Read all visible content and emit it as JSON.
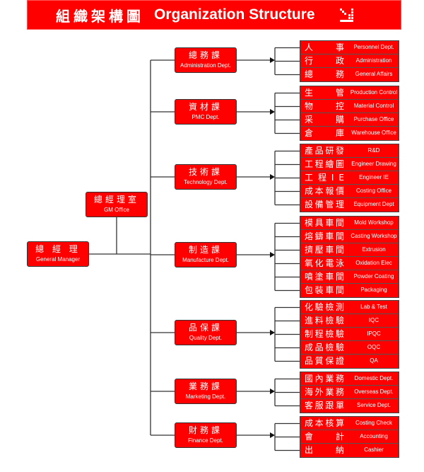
{
  "header": {
    "title_zh": "組織架構圖",
    "title_en": "Organization Structure"
  },
  "general_manager": {
    "zh": "總 經 理",
    "en": "General Manager"
  },
  "gm_office": {
    "zh": "總經理室",
    "en": "GM Office"
  },
  "departments": [
    {
      "zh": "總務課",
      "en": "Administration Dept.",
      "units": [
        [
          "人事",
          "Personnel Dept."
        ],
        [
          "行政",
          "Administration"
        ],
        [
          "總務",
          "General Affairs"
        ]
      ]
    },
    {
      "zh": "資材課",
      "en": "PMC Dept.",
      "units": [
        [
          "生管",
          "Production Control"
        ],
        [
          "物控",
          "Material Control"
        ],
        [
          "采購",
          "Purchase Office"
        ],
        [
          "倉庫",
          "Warehouse Office"
        ]
      ]
    },
    {
      "zh": "技術課",
      "en": "Technology Dept.",
      "units": [
        [
          "產品研發",
          "R&D"
        ],
        [
          "工程繪圖",
          "Engineer Drawing"
        ],
        [
          "工程IE",
          "Engineer  IE"
        ],
        [
          "成本報價",
          "Costing Office"
        ],
        [
          "設備管理",
          "Equipment Dept"
        ]
      ]
    },
    {
      "zh": "制造課",
      "en": "Manufacture Dept.",
      "units": [
        [
          "模具車間",
          "Mold Workshop"
        ],
        [
          "熔鑄車間",
          "Casting Workshop"
        ],
        [
          "擠壓車間",
          "Extrusion"
        ],
        [
          "氧化電泳",
          "Oxidation Elec"
        ],
        [
          "噴塗車間",
          "Powder Coating"
        ],
        [
          "包裝車間",
          "Packaging"
        ]
      ]
    },
    {
      "zh": "品保課",
      "en": "Quality Dept.",
      "units": [
        [
          "化驗檢測",
          "Lab & Test"
        ],
        [
          "進料檢驗",
          "IQC"
        ],
        [
          "制程檢驗",
          "IPQC"
        ],
        [
          "成品檢驗",
          "OQC"
        ],
        [
          "品質保證",
          "QA"
        ]
      ]
    },
    {
      "zh": "業務課",
      "en": "Marketing Dept.",
      "units": [
        [
          "國內業務",
          "Domestic Dept."
        ],
        [
          "海外業務",
          "Overseas Dept."
        ],
        [
          "客服跟單",
          "Service Dept."
        ]
      ]
    },
    {
      "zh": "財務課",
      "en": "Finance Dept.",
      "units": [
        [
          "成本核算",
          "Costing Check"
        ],
        [
          "會計",
          "Accounting"
        ],
        [
          "出納",
          "Cashier"
        ]
      ]
    }
  ],
  "colors": {
    "accent": "#ff0000",
    "line": "#333333"
  }
}
